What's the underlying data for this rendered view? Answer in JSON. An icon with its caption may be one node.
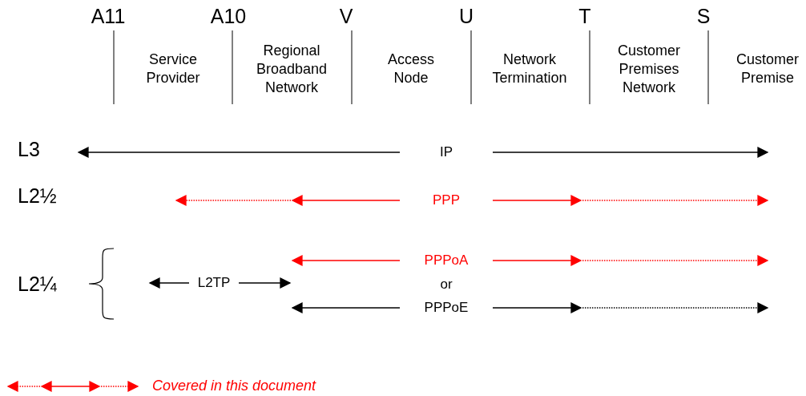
{
  "diagram": {
    "nodes": [
      {
        "text": [
          "IP"
        ]
      },
      {
        "text": [
          "PPP"
        ]
      },
      {
        "text": [
          "PPPoA"
        ]
      },
      {
        "text": [
          "PPPoE"
        ]
      },
      {
        "text": [
          "L2TP"
        ]
      }
    ],
    "edges": [
      {
        "from": 0,
        "to": null,
        "arrow": "to"
      },
      {
        "from": 0,
        "to": null,
        "arrow": "to"
      },
      {
        "from": 1,
        "to": null,
        "arrow": "to",
        "style": "dashed",
        "color": "#ff0000"
      },
      {
        "from": 1,
        "to": null,
        "arrow": "to",
        "style": "dashed",
        "color": "#ff0000"
      },
      {
        "from": 2,
        "to": null,
        "arrow": "to",
        "color": "#ff0000"
      },
      {
        "from": 2,
        "to": null,
        "arrow": "to",
        "style": "dashed",
        "color": "#ff0000"
      },
      {
        "from": 3,
        "to": null,
        "arrow": "to"
      },
      {
        "from": 3,
        "to": null,
        "arrow": "to",
        "style": "dashed"
      },
      {
        "from": 4,
        "to": null,
        "arrow": "to"
      },
      {
        "from": 4,
        "to": null,
        "arrow": "to"
      }
    ],
    "labels": [
      "A11",
      "A10",
      "V",
      "U",
      "T",
      "S",
      "Service Provider",
      "Regional Broadband Network",
      "Access Node",
      "Network Termination",
      "Customer Premises Network",
      "Customer Premise",
      "L3",
      "L2½",
      "L2¼",
      "or"
    ],
    "legend": [
      {
        "text": "Covered in this document"
      }
    ]
  }
}
